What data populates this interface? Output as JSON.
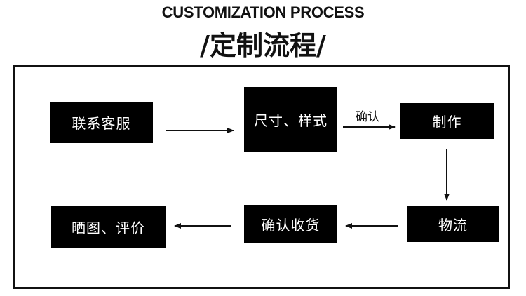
{
  "title": {
    "english": "CUSTOMIZATION PROCESS",
    "chinese": "/定制流程/"
  },
  "nodes": [
    {
      "id": "contact",
      "label": "联系客服"
    },
    {
      "id": "size_style",
      "label": "尺寸、样式"
    },
    {
      "id": "production",
      "label": "制作"
    },
    {
      "id": "logistics",
      "label": "物流"
    },
    {
      "id": "confirm_receipt",
      "label": "确认收货"
    },
    {
      "id": "review",
      "label": "晒图、评价"
    }
  ],
  "edges": [
    {
      "from": "contact",
      "to": "size_style",
      "label": ""
    },
    {
      "from": "size_style",
      "to": "production",
      "label": "确认"
    },
    {
      "from": "production",
      "to": "logistics",
      "label": ""
    },
    {
      "from": "logistics",
      "to": "confirm_receipt",
      "label": ""
    },
    {
      "from": "confirm_receipt",
      "to": "review",
      "label": ""
    }
  ]
}
